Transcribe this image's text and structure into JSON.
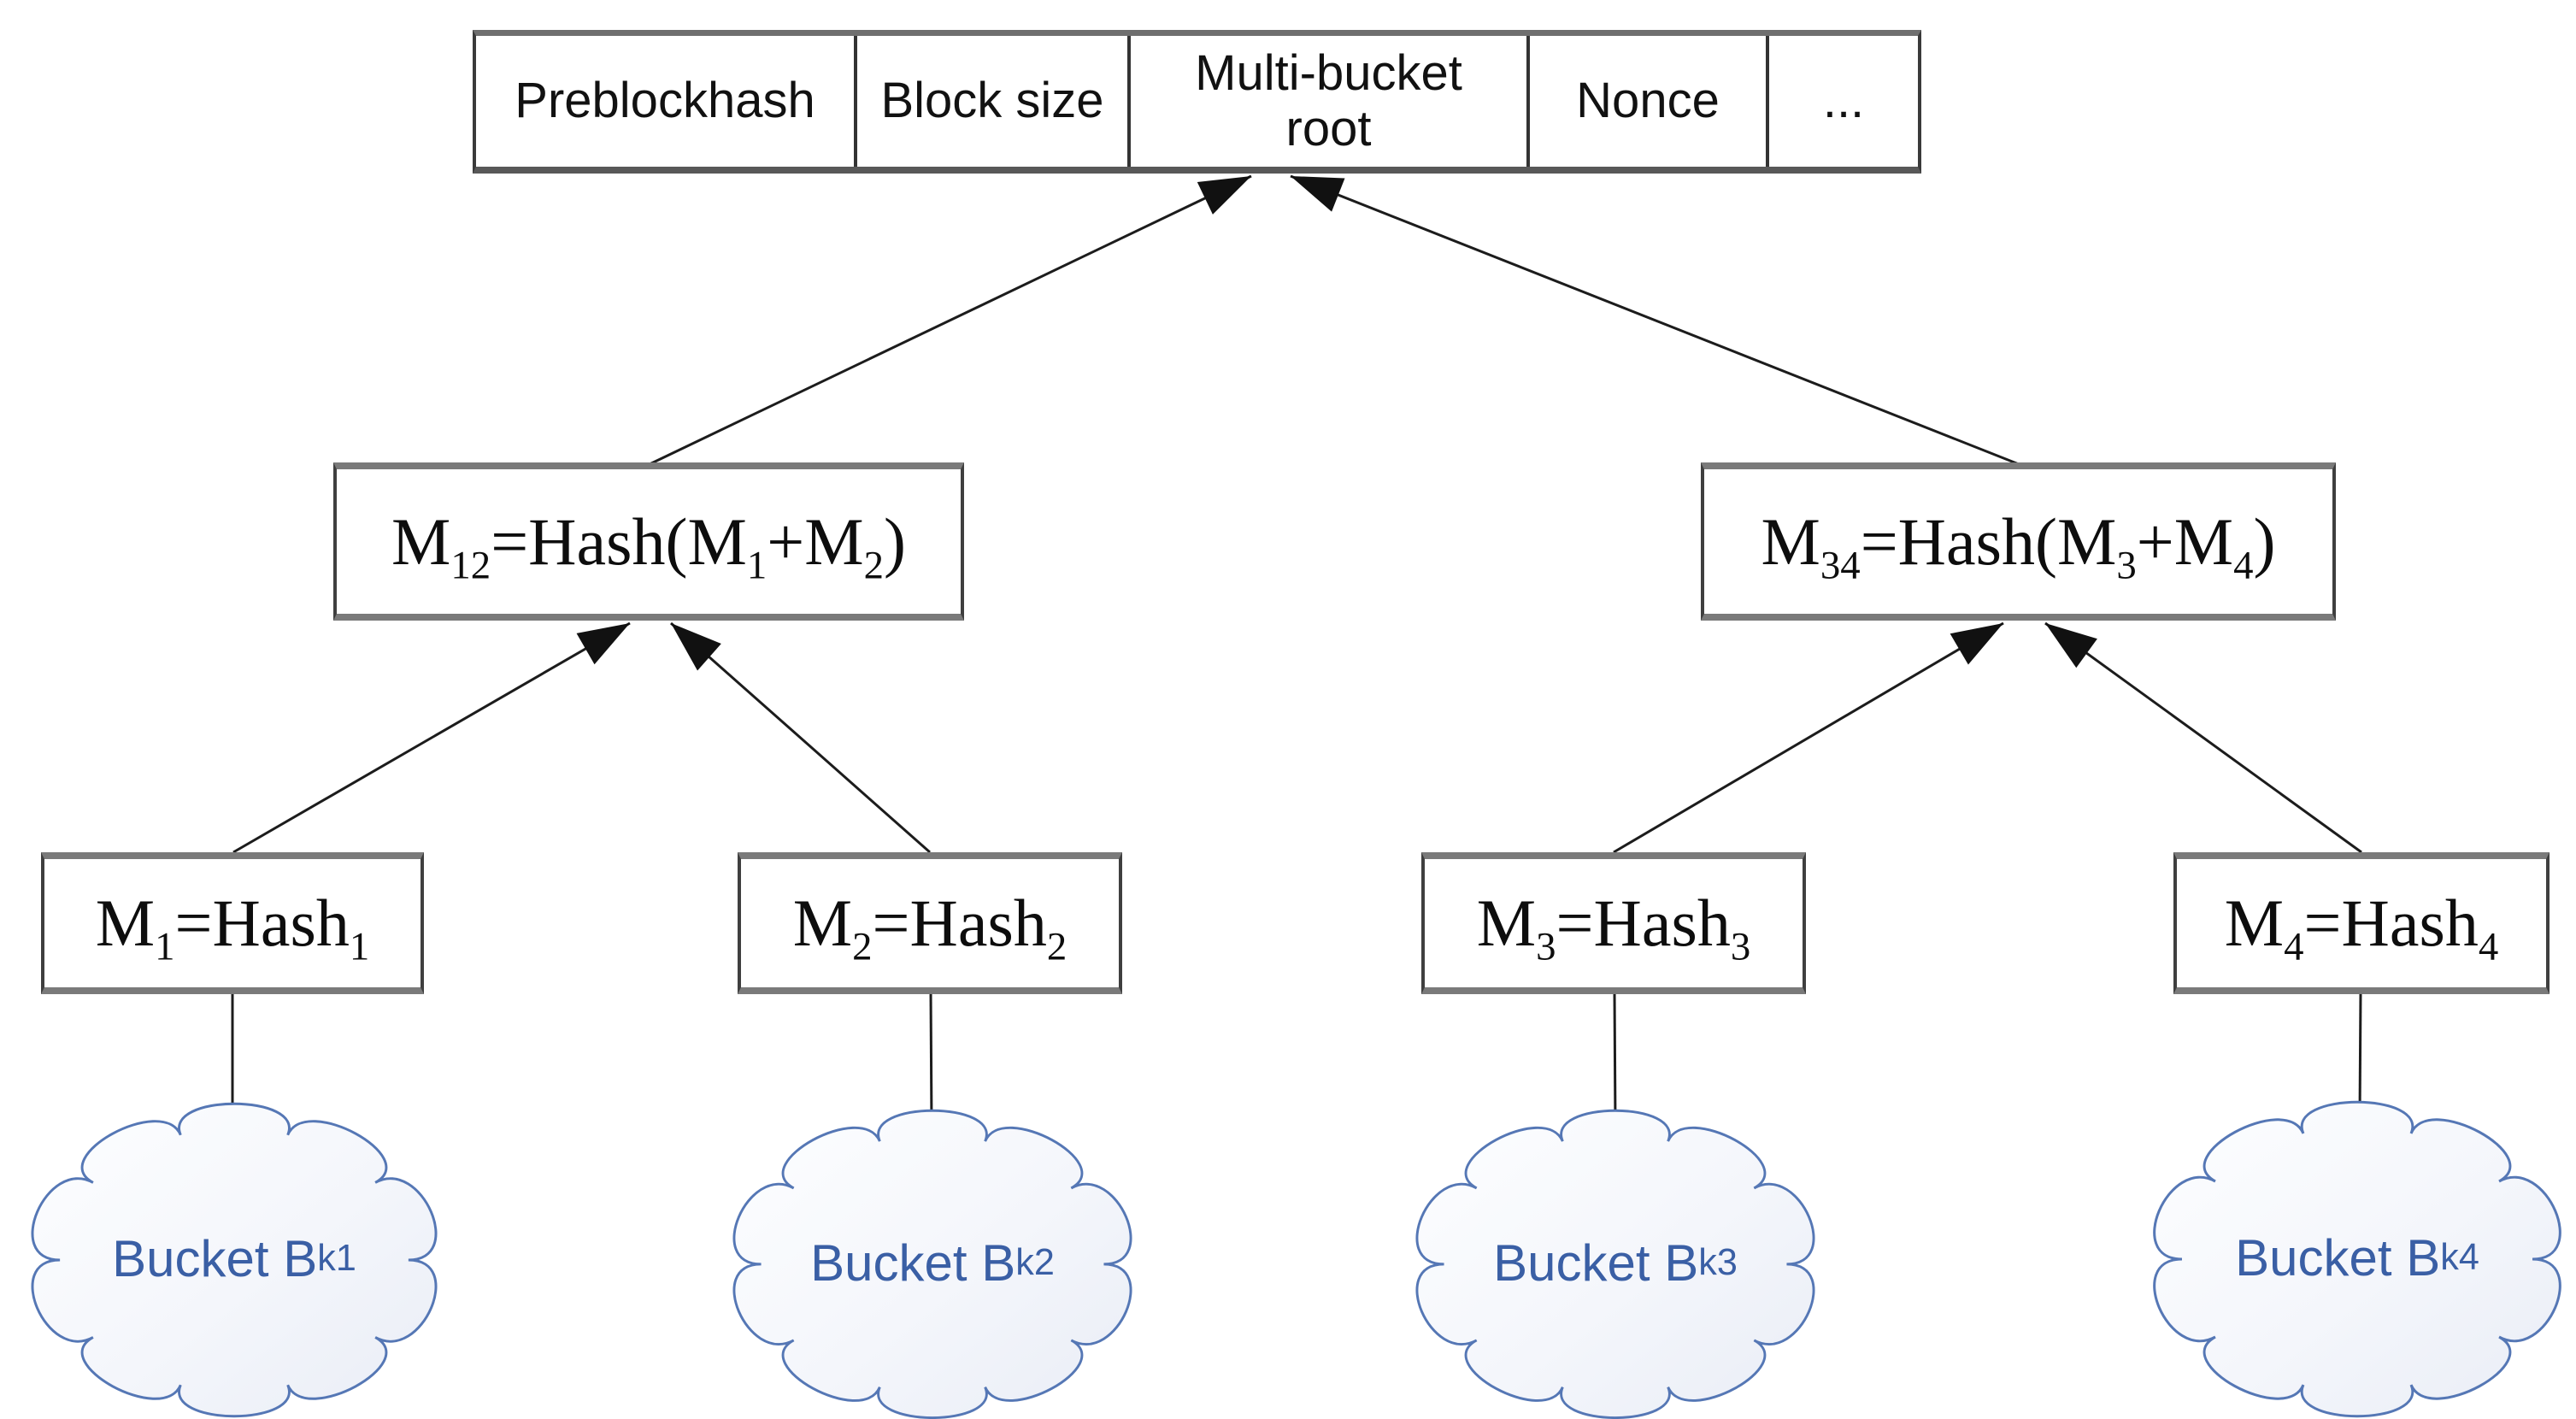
{
  "figure": {
    "description": "Multi-bucket Merkle tree block structure diagram"
  },
  "colors": {
    "line": "#1c1c1c",
    "box_border_dark": "#3f3f3f",
    "box_border_gray": "#7a7a7a",
    "cloud_stroke": "#5577b5",
    "cloud_text": "#3a5fa5",
    "cloud_fill_light": "#fdfeff",
    "cloud_fill_dark": "#e9edf6"
  },
  "block_header": {
    "cells": [
      {
        "label": "Preblockhash"
      },
      {
        "label": "Block size"
      },
      {
        "label": "Multi-bucket root"
      },
      {
        "label": "Nonce"
      },
      {
        "label": "..."
      }
    ]
  },
  "nodes": {
    "m12": {
      "p0": "M",
      "s1": "12",
      "p2": "=Hash(M",
      "s3": "1",
      "p4": "+M",
      "s5": "2",
      "p6": ")"
    },
    "m34": {
      "p0": "M",
      "s1": "34",
      "p2": "=Hash(M",
      "s3": "3",
      "p4": "+M",
      "s5": "4",
      "p6": ")"
    },
    "m1": {
      "p0": "M",
      "s1": "1",
      "p2": "=Hash",
      "s3": "1"
    },
    "m2": {
      "p0": "M",
      "s1": "2",
      "p2": "=Hash",
      "s3": "2"
    },
    "m3": {
      "p0": "M",
      "s1": "3",
      "p2": "=Hash",
      "s3": "3"
    },
    "m4": {
      "p0": "M",
      "s1": "4",
      "p2": "=Hash",
      "s3": "4"
    }
  },
  "clouds": [
    {
      "text": "Bucket B",
      "sub": "k1"
    },
    {
      "text": "Bucket B",
      "sub": "k2"
    },
    {
      "text": "Bucket B",
      "sub": "k3"
    },
    {
      "text": "Bucket B",
      "sub": "k4"
    }
  ]
}
